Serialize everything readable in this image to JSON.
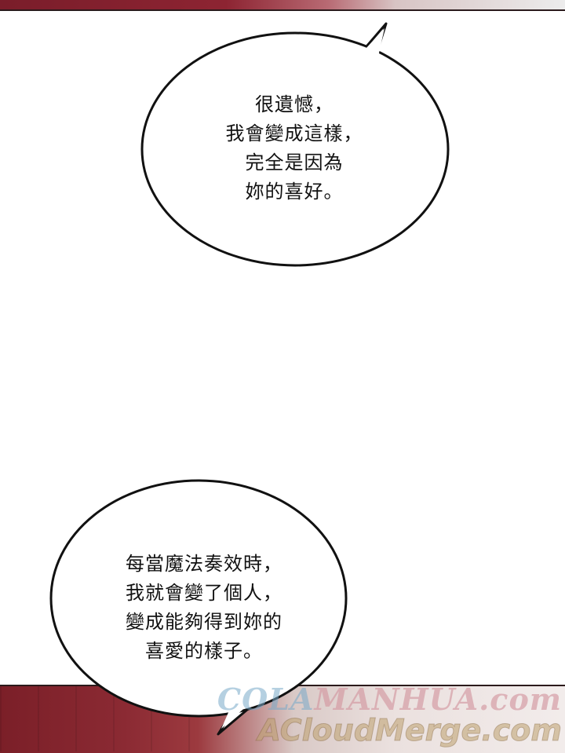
{
  "speech_bubbles": [
    {
      "lines": [
        "很遺憾，",
        "我會變成這樣，",
        "完全是因為",
        "妳的喜好。"
      ]
    },
    {
      "lines": [
        "每當魔法奏效時，",
        "我就會變了個人，",
        "變成能夠得到妳的",
        "喜愛的樣子。"
      ]
    }
  ],
  "watermarks": {
    "top_prefix": "COLA",
    "top_suffix": "MANHUA.com",
    "bottom": "ACloudMerge.com"
  },
  "colors": {
    "panel_red": "#8b2a33",
    "bubble_fill": "#ffffff",
    "bubble_stroke": "#111111"
  }
}
